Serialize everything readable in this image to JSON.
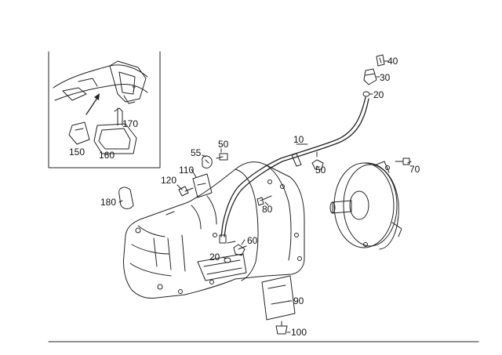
{
  "labels": {
    "p10": "10",
    "p20a": "20",
    "p20b": "20",
    "p30": "30",
    "p40": "40",
    "p50a": "50",
    "p50b": "50",
    "p55": "55",
    "p60": "60",
    "p70": "70",
    "p80": "80",
    "p90": "90",
    "p100": "100",
    "p110": "110",
    "p120": "120",
    "p150": "150",
    "p160": "160",
    "p170": "170",
    "p180": "180"
  }
}
